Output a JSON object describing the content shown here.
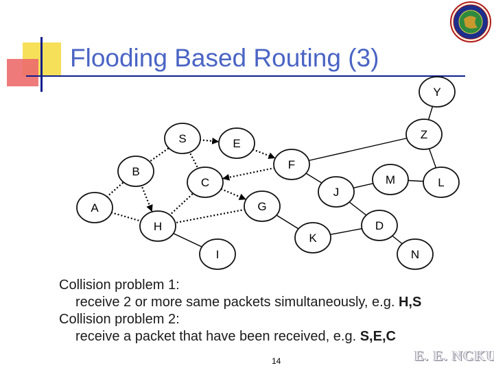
{
  "slide": {
    "title": "Flooding Based Routing  (3)",
    "page_number": "14"
  },
  "diagram": {
    "nodes": [
      {
        "id": "S",
        "label": "S"
      },
      {
        "id": "E",
        "label": "E"
      },
      {
        "id": "Y",
        "label": "Y"
      },
      {
        "id": "Z",
        "label": "Z"
      },
      {
        "id": "F",
        "label": "F"
      },
      {
        "id": "B",
        "label": "B"
      },
      {
        "id": "C",
        "label": "C"
      },
      {
        "id": "J",
        "label": "J"
      },
      {
        "id": "M",
        "label": "M"
      },
      {
        "id": "L",
        "label": "L"
      },
      {
        "id": "A",
        "label": "A"
      },
      {
        "id": "G",
        "label": "G"
      },
      {
        "id": "H",
        "label": "H"
      },
      {
        "id": "D",
        "label": "D"
      },
      {
        "id": "K",
        "label": "K"
      },
      {
        "id": "I",
        "label": "I"
      },
      {
        "id": "N",
        "label": "N"
      }
    ],
    "edges": [
      {
        "from": "S",
        "to": "E",
        "style": "dotted",
        "arrow": true
      },
      {
        "from": "E",
        "to": "F",
        "style": "dotted",
        "arrow": true
      },
      {
        "from": "F",
        "to": "C",
        "style": "dotted",
        "arrow": true
      },
      {
        "from": "F",
        "to": "J",
        "style": "solid",
        "arrow": false
      },
      {
        "from": "F",
        "to": "Z",
        "style": "solid",
        "arrow": false
      },
      {
        "from": "Z",
        "to": "Y",
        "style": "solid",
        "arrow": false
      },
      {
        "from": "Z",
        "to": "L",
        "style": "solid",
        "arrow": false
      },
      {
        "from": "J",
        "to": "M",
        "style": "solid",
        "arrow": false
      },
      {
        "from": "J",
        "to": "D",
        "style": "solid",
        "arrow": false
      },
      {
        "from": "M",
        "to": "L",
        "style": "solid",
        "arrow": false
      },
      {
        "from": "S",
        "to": "B",
        "style": "dotted",
        "arrow": false
      },
      {
        "from": "S",
        "to": "C",
        "style": "dotted",
        "arrow": false
      },
      {
        "from": "B",
        "to": "A",
        "style": "dotted",
        "arrow": false
      },
      {
        "from": "B",
        "to": "H",
        "style": "dotted",
        "arrow": true
      },
      {
        "from": "C",
        "to": "G",
        "style": "dotted",
        "arrow": true
      },
      {
        "from": "A",
        "to": "H",
        "style": "dotted",
        "arrow": false
      },
      {
        "from": "C",
        "to": "H",
        "style": "dotted",
        "arrow": false
      },
      {
        "from": "G",
        "to": "H",
        "style": "dotted",
        "arrow": false
      },
      {
        "from": "H",
        "to": "I",
        "style": "solid",
        "arrow": false
      },
      {
        "from": "G",
        "to": "K",
        "style": "solid",
        "arrow": false
      },
      {
        "from": "K",
        "to": "D",
        "style": "solid",
        "arrow": false
      },
      {
        "from": "D",
        "to": "N",
        "style": "solid",
        "arrow": false
      }
    ]
  },
  "notes": {
    "p1_heading": "Collision problem 1:",
    "p1_text": "receive 2 or more same packets simultaneously, e.g. ",
    "p1_example": "H,S",
    "p2_heading": "Collision problem 2:",
    "p2_text": "receive a packet that have been received, e.g. ",
    "p2_example": "S,E,C"
  },
  "watermark": "E. E. NCKU",
  "colors": {
    "title": "#4a64c4",
    "node_fill": "#ffffff",
    "node_stroke": "#111111",
    "edge": "#000000",
    "deco_yellow": "#f6e05a",
    "deco_red": "#ec6b6b",
    "deco_line": "#0b1d8c"
  }
}
